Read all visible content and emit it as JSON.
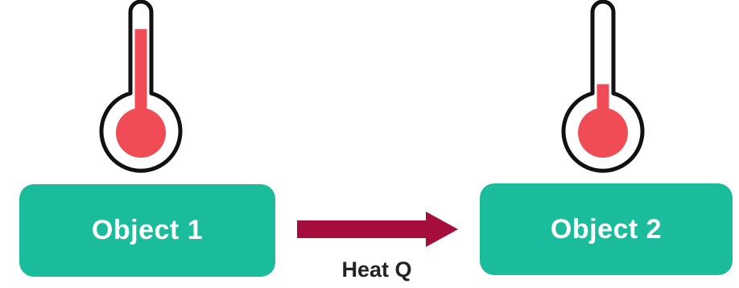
{
  "colors": {
    "box": "#1bbc9b",
    "mercury": "#f04c56",
    "outline": "#111111",
    "arrow": "#a50d3c",
    "text_on_box": "#ffffff",
    "label": "#222222"
  },
  "objects": [
    {
      "label": "Object 1",
      "thermometer_level": 0.88
    },
    {
      "label": "Object 2",
      "thermometer_level": 0.3
    }
  ],
  "arrow": {
    "label": "Heat Q",
    "direction": "right"
  }
}
